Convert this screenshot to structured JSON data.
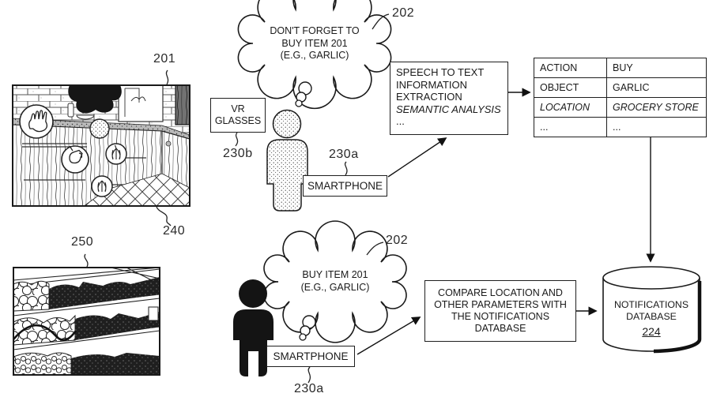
{
  "figure": {
    "ref_labels": {
      "kitchen": "201",
      "kitchen_view": "240",
      "grocery": "250",
      "thought_top": "202",
      "thought_bottom": "202",
      "vr_glasses": "230b",
      "smartphone_top": "230a",
      "smartphone_bottom": "230a"
    },
    "thought_top": {
      "line1": "DON'T FORGET TO",
      "line2": "BUY ITEM 201",
      "line3": "(E.G., GARLIC)"
    },
    "thought_bottom": {
      "line1": "BUY ITEM 201",
      "line2": "(E.G., GARLIC)"
    },
    "vr_box": {
      "line1": "VR",
      "line2": "GLASSES"
    },
    "smartphone_label_top": "SMARTPHONE",
    "smartphone_label_bottom": "SMARTPHONE",
    "speech_box": {
      "line1": "SPEECH TO TEXT",
      "line2": "INFORMATION",
      "line3": "EXTRACTION",
      "line4": "SEMANTIC ANALYSIS",
      "line5": "..."
    },
    "compare_box": {
      "line1": "COMPARE LOCATION AND",
      "line2": "OTHER PARAMETERS WITH",
      "line3": "THE NOTIFICATIONS",
      "line4": "DATABASE"
    },
    "parameter_table": {
      "rows": [
        {
          "key": "ACTION",
          "value": "BUY"
        },
        {
          "key": "OBJECT",
          "value": "GARLIC"
        },
        {
          "key": "LOCATION",
          "value": "GROCERY STORE"
        },
        {
          "key": "...",
          "value": "..."
        }
      ]
    },
    "database": {
      "line1": "NOTIFICATIONS",
      "line2": "DATABASE",
      "ref": "224"
    }
  }
}
